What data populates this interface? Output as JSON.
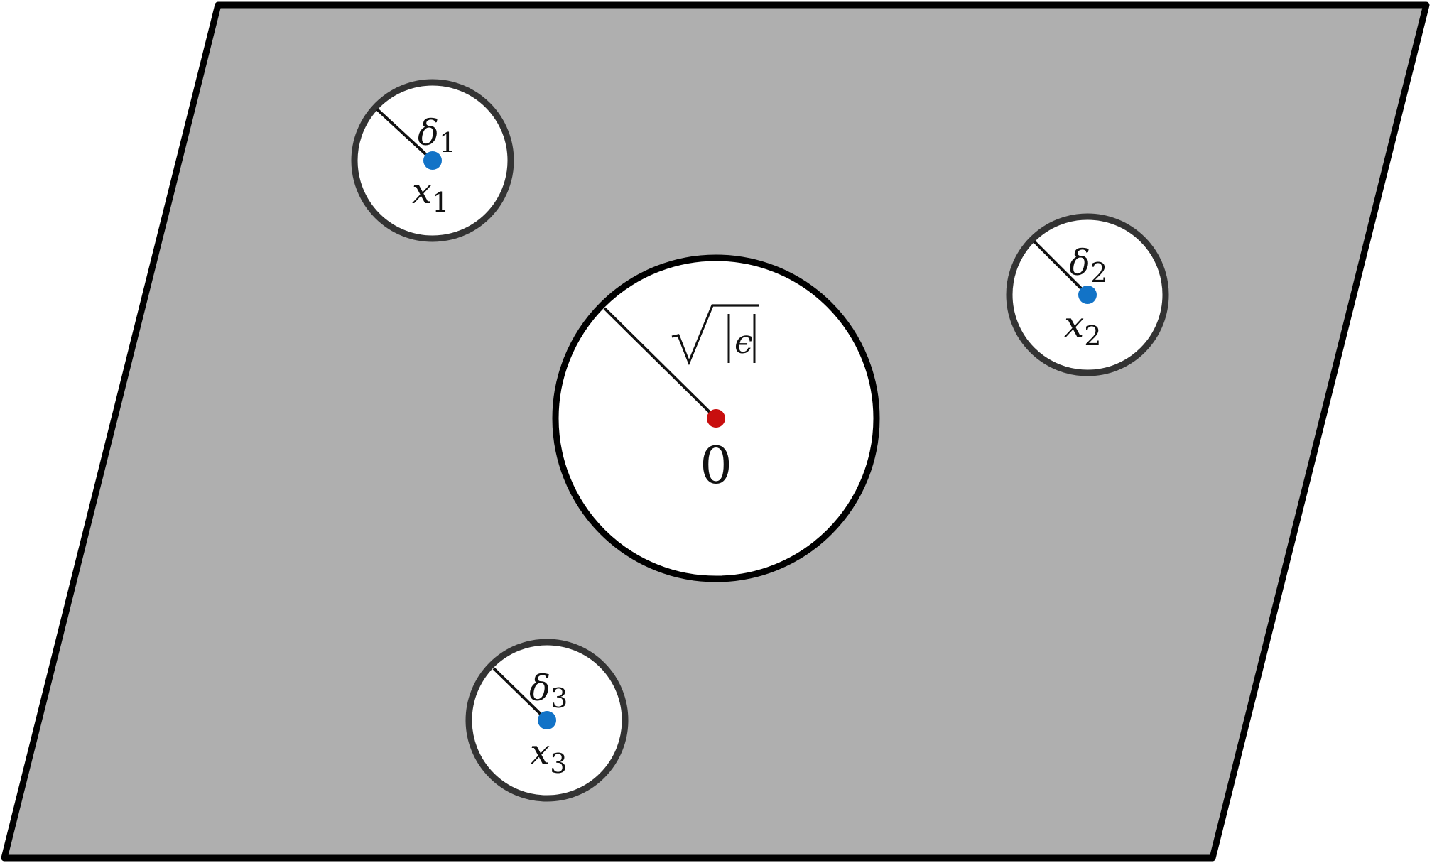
{
  "colors": {
    "region_fill": "#afafaf",
    "region_stroke": "#000000",
    "hole_fill": "#ffffff",
    "small_hole_stroke": "#333333",
    "large_hole_stroke": "#000000",
    "point_blue": "#1273c7",
    "point_red": "#c80e0e"
  },
  "labels": {
    "center": {
      "point": "0",
      "radius_symbol": "ϵ"
    },
    "holes": [
      {
        "point_var": "x",
        "point_sub": "1",
        "radius_var": "δ",
        "radius_sub": "1"
      },
      {
        "point_var": "x",
        "point_sub": "2",
        "radius_var": "δ",
        "radius_sub": "2"
      },
      {
        "point_var": "x",
        "point_sub": "3",
        "radius_var": "δ",
        "radius_sub": "3"
      }
    ]
  }
}
